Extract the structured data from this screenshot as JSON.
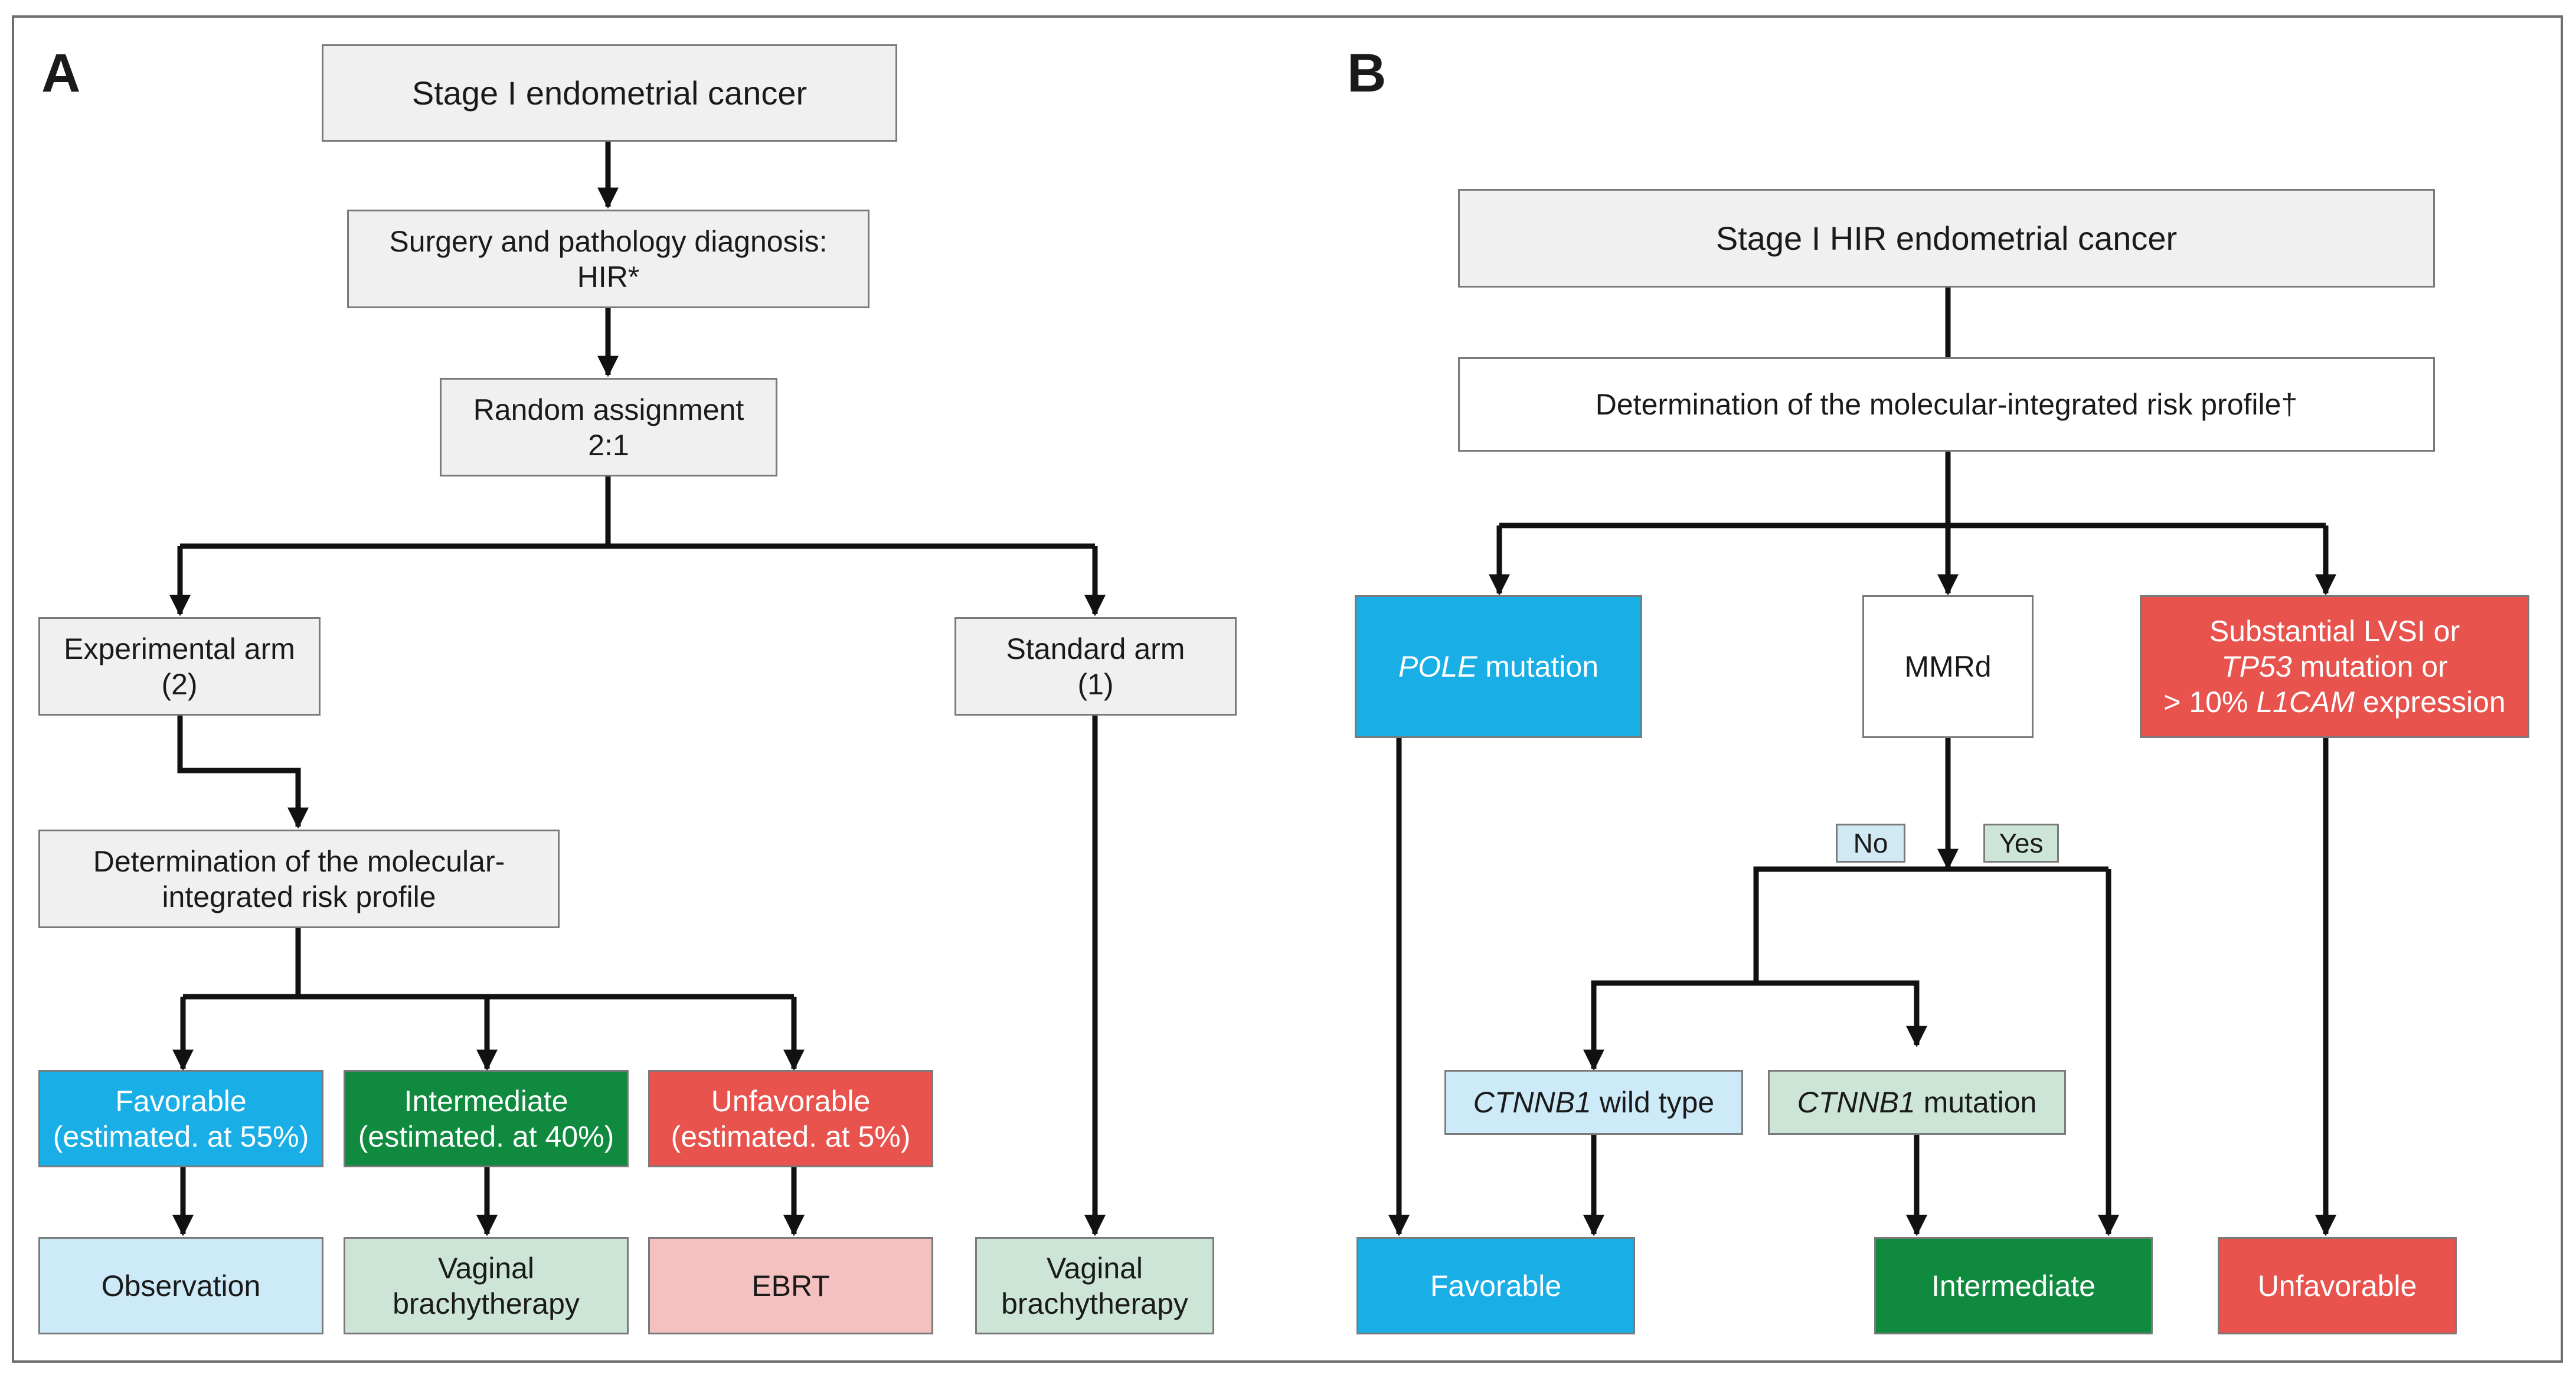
{
  "panels": {
    "a_label": "A",
    "b_label": "B"
  },
  "panel_a": {
    "start": "Stage I endometrial cancer",
    "surgery_line1": "Surgery and pathology diagnosis:",
    "surgery_line2": "HIR*",
    "random_line1": "Random assignment",
    "random_line2": "2:1",
    "experimental_line1": "Experimental arm",
    "experimental_line2": "(2)",
    "standard_line1": "Standard arm",
    "standard_line2": "(1)",
    "determination_line1": "Determination of the molecular-",
    "determination_line2": "integrated risk profile",
    "favorable_line1": "Favorable",
    "favorable_line2": "(estimated. at 55%)",
    "intermediate_line1": "Intermediate",
    "intermediate_line2": "(estimated. at 40%)",
    "unfavorable_line1": "Unfavorable",
    "unfavorable_line2": "(estimated. at 5%)",
    "observation": "Observation",
    "vaginal1_line1": "Vaginal",
    "vaginal1_line2": "brachytherapy",
    "ebrt": "EBRT",
    "vaginal2_line1": "Vaginal",
    "vaginal2_line2": "brachytherapy"
  },
  "panel_b": {
    "start": "Stage I HIR endometrial cancer",
    "determination": "Determination of the molecular-integrated risk profile†",
    "pole_italic": "POLE",
    "pole_rest": " mutation",
    "mmrd": "MMRd",
    "lvsi_line1": "Substantial LVSI or",
    "lvsi_line2_italic": "TP53",
    "lvsi_line2_rest": " mutation or",
    "lvsi_line3_prefix": "> 10% ",
    "lvsi_line3_italic": "L1CAM",
    "lvsi_line3_rest": " expression",
    "no_label": "No",
    "yes_label": "Yes",
    "ctnnb1_wt_italic": "CTNNB1",
    "ctnnb1_wt_rest": " wild type",
    "ctnnb1_mut_italic": "CTNNB1",
    "ctnnb1_mut_rest": " mutation",
    "favorable": "Favorable",
    "intermediate": "Intermediate",
    "unfavorable": "Unfavorable"
  },
  "colors": {
    "favorable": "#1aaee6",
    "intermediate": "#0f8a3e",
    "unfavorable": "#e8534e",
    "node_grey": "#f0f0f0",
    "connector": "#111111"
  }
}
